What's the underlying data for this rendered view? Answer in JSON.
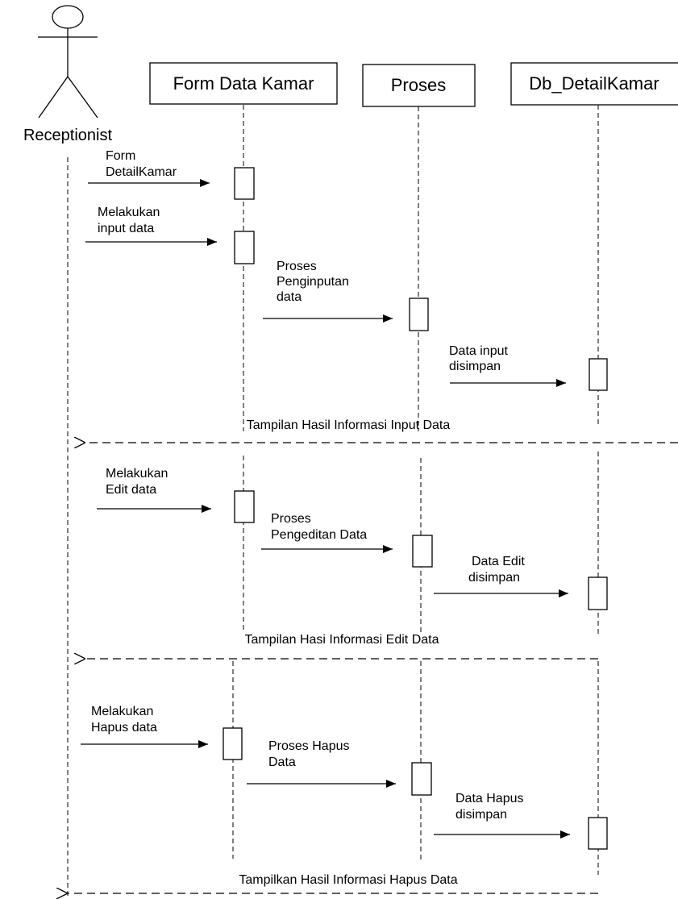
{
  "actor": {
    "name": "Receptionist"
  },
  "objects": [
    {
      "id": "form",
      "label": "Form Data Kamar"
    },
    {
      "id": "proses",
      "label": "Proses"
    },
    {
      "id": "db",
      "label": "Db_DetailKamar"
    }
  ],
  "sections": [
    {
      "messages": [
        {
          "label_lines": [
            "Form",
            "DetailKamar"
          ],
          "from": "actor",
          "to": "form",
          "kind": "call"
        },
        {
          "label_lines": [
            "Melakukan",
            "input data"
          ],
          "from": "actor",
          "to": "form",
          "kind": "call"
        },
        {
          "label_lines": [
            "Proses",
            "Penginputan",
            "data"
          ],
          "from": "form",
          "to": "proses",
          "kind": "call"
        },
        {
          "label_lines": [
            "Data input",
            "disimpan"
          ],
          "from": "proses",
          "to": "db",
          "kind": "call"
        }
      ],
      "return_label": "Tampilan Hasil Informasi Input Data"
    },
    {
      "messages": [
        {
          "label_lines": [
            "Melakukan",
            "Edit data"
          ],
          "from": "actor",
          "to": "form",
          "kind": "call"
        },
        {
          "label_lines": [
            "Proses",
            "Pengeditan Data"
          ],
          "from": "form",
          "to": "proses",
          "kind": "call"
        },
        {
          "label_lines": [
            "Data Edit",
            "disimpan"
          ],
          "from": "proses",
          "to": "db",
          "kind": "call"
        }
      ],
      "return_label": "Tampilan Hasi Informasi Edit Data"
    },
    {
      "messages": [
        {
          "label_lines": [
            "Melakukan",
            "Hapus data"
          ],
          "from": "actor",
          "to": "form",
          "kind": "call"
        },
        {
          "label_lines": [
            "Proses Hapus",
            "Data"
          ],
          "from": "form",
          "to": "proses",
          "kind": "call"
        },
        {
          "label_lines": [
            "Data Hapus",
            "disimpan"
          ],
          "from": "proses",
          "to": "db",
          "kind": "call"
        }
      ],
      "return_label": "Tampilkan Hasil Informasi Hapus Data"
    }
  ]
}
